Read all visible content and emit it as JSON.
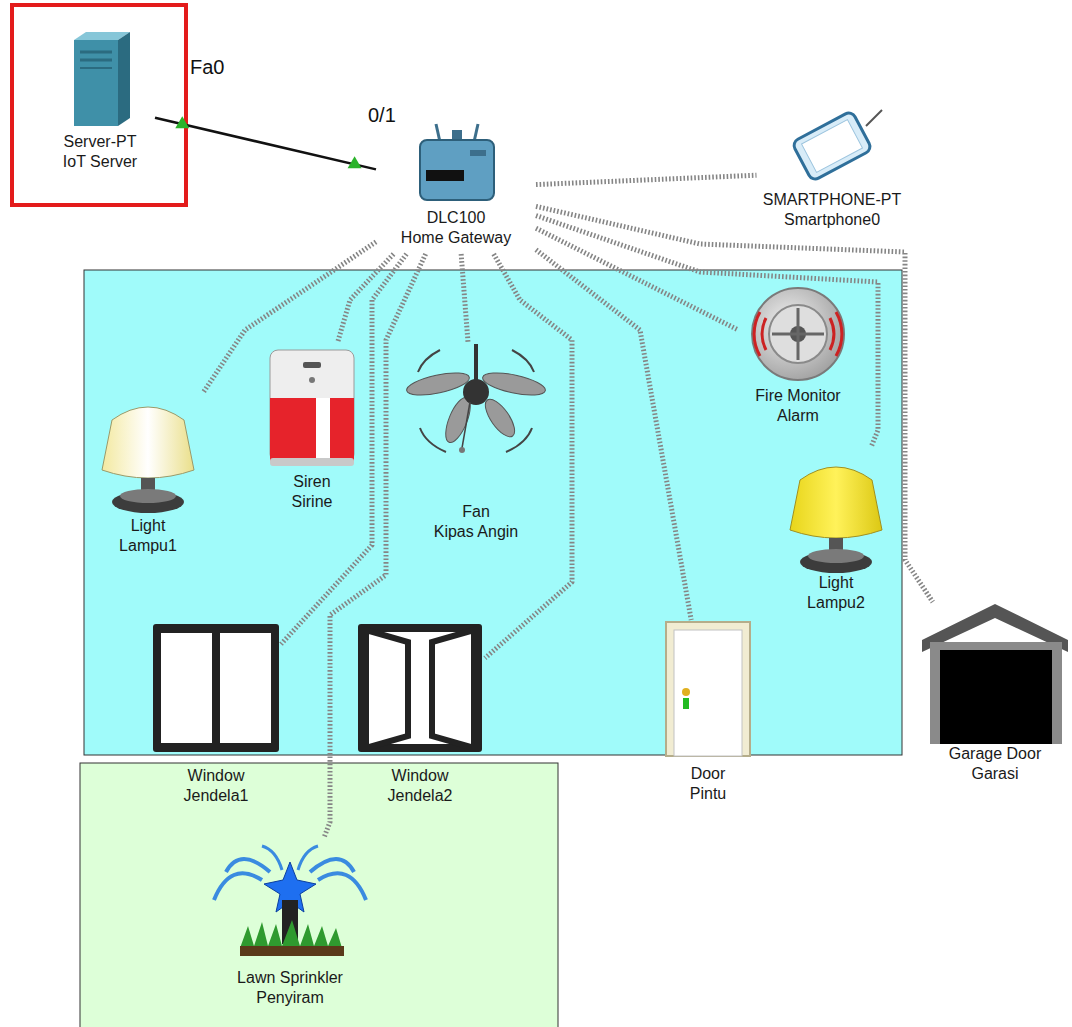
{
  "diagram": {
    "nodes": [
      {
        "text": [
          "Server-PT",
          "IoT Server"
        ]
      },
      {
        "text": [
          "DLC100",
          "Home Gateway"
        ]
      },
      {
        "text": [
          "SMARTPHONE-PT",
          "Smartphone0"
        ]
      },
      {
        "text": [
          "Light",
          "Lampu1"
        ]
      },
      {
        "text": [
          "Siren",
          "Sirine"
        ]
      },
      {
        "text": [
          "Fan",
          "Kipas Angin"
        ]
      },
      {
        "text": [
          "Fire Monitor",
          "Alarm"
        ]
      },
      {
        "text": [
          "Light",
          "Lampu2"
        ]
      },
      {
        "text": [
          "Window",
          "Jendela1"
        ]
      },
      {
        "text": [
          "Window",
          "Jendela2"
        ]
      },
      {
        "text": [
          "Door",
          "Pintu"
        ]
      },
      {
        "text": [
          "Garage Door",
          "Garasi"
        ]
      },
      {
        "text": [
          "Lawn Sprinkler",
          "Penyiram"
        ]
      }
    ],
    "edges": [
      {
        "from": 0,
        "to": 1,
        "arrow": "none"
      },
      {
        "from": 1,
        "to": 2,
        "arrow": "none"
      },
      {
        "from": 1,
        "to": 3,
        "arrow": "none"
      },
      {
        "from": 1,
        "to": 4,
        "arrow": "none"
      },
      {
        "from": 1,
        "to": 5,
        "arrow": "none"
      },
      {
        "from": 1,
        "to": 6,
        "arrow": "none"
      },
      {
        "from": 1,
        "to": 7,
        "arrow": "none"
      },
      {
        "from": 1,
        "to": 8,
        "arrow": "none"
      },
      {
        "from": 1,
        "to": 9,
        "arrow": "none"
      },
      {
        "from": 1,
        "to": 10,
        "arrow": "none"
      },
      {
        "from": 1,
        "to": 11,
        "arrow": "none"
      },
      {
        "from": 1,
        "to": 12,
        "arrow": "none"
      }
    ],
    "labels": [
      "Fa0",
      "0/1"
    ]
  }
}
